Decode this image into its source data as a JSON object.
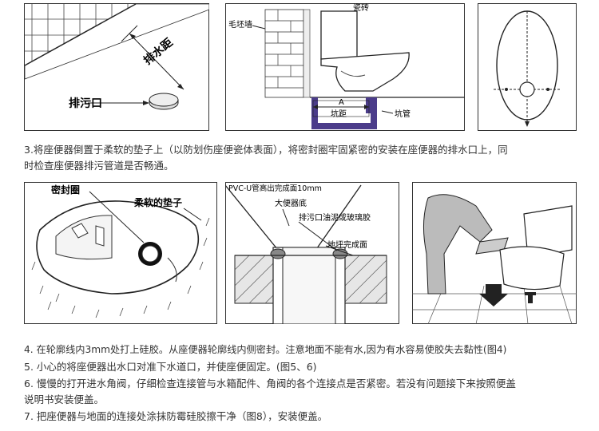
{
  "fig1": {
    "drain_distance": "排水距",
    "drain_outlet": "排污口"
  },
  "fig2": {
    "tile": "瓷砖",
    "rough_wall": "毛坯墙",
    "dim_a": "A",
    "pit_distance": "坑距",
    "pit_pipe": "坑管"
  },
  "fig5": {
    "sealing_ring": "密封圈",
    "soft_pad": "柔软的垫子"
  },
  "fig6": {
    "pvc_pipe": "PVC-U管高出完成面10mm",
    "toilet_base": "大便器底",
    "sealant": "排污口油泥或玻璃胶",
    "finished_floor": "地坪完成面"
  },
  "steps": {
    "s3_line1": "3.将座便器倒置于柔软的垫子上（以防划伤座便瓷体表面），将密封圈牢固紧密的安装在座便器的排水口上，同",
    "s3_line2": "时检查座便器排污管道是否畅通。",
    "s4": "4. 在轮廓线内3mm处打上硅胶。从座便器轮廓线内侧密封。注意地面不能有水,因为有水容易使胶失去黏性(图4)",
    "s5": "5. 小心的将座便器出水口对准下水道口，并使座便固定。(图5、6)",
    "s6_line1": "6. 慢慢的打开进水角阀，仔细检查连接管与水箱配件、角阀的各个连接点是否紧密。若没有问题接下来按照便盖",
    "s6_line2": "说明书安装便盖。",
    "s7": "7. 把座便器与地面的连接处涂抹防霉硅胶擦干净（图8），安装便盖。"
  }
}
